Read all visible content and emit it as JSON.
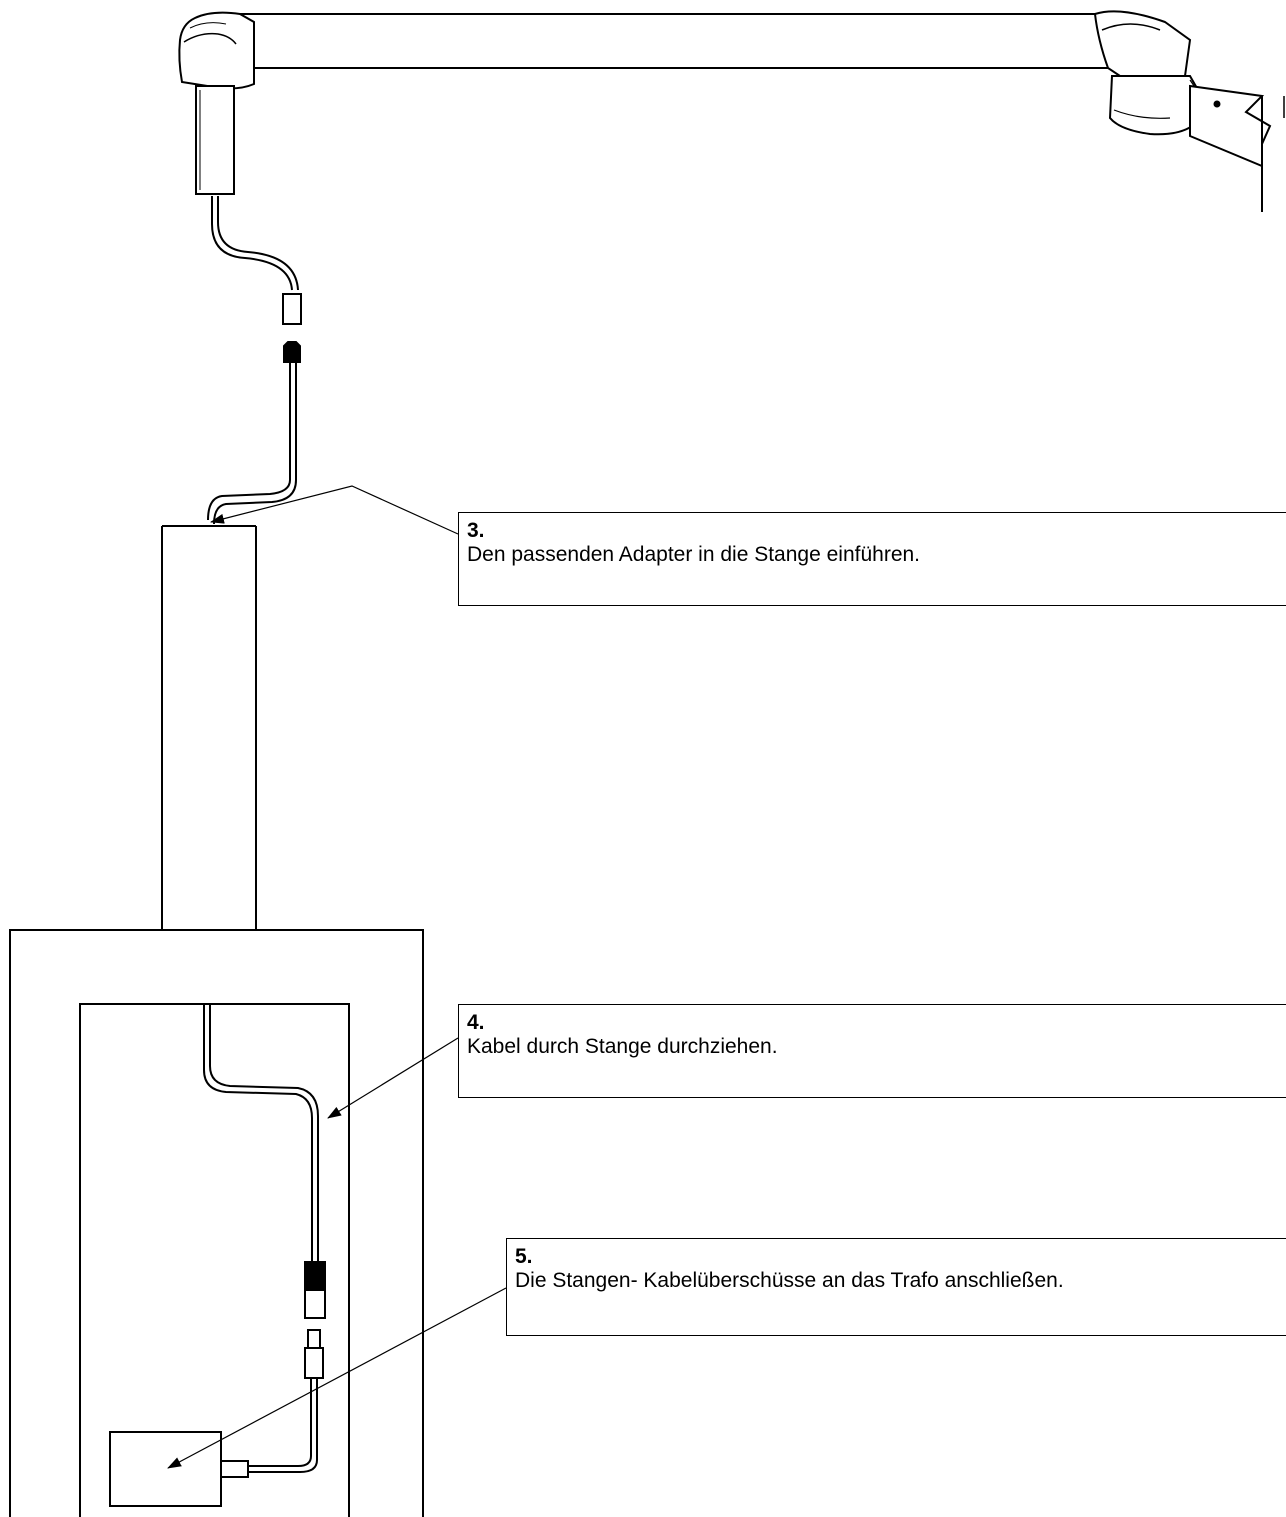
{
  "callouts": [
    {
      "number": "3.",
      "text": "Den passenden Adapter in die Stange einführen."
    },
    {
      "number": "4.",
      "text": "Kabel durch Stange durchziehen."
    },
    {
      "number": "5.",
      "text": "Die Stangen- Kabelüberschüsse an das Trafo anschließen."
    }
  ],
  "colors": {
    "line": "#000000",
    "background": "#ffffff"
  }
}
